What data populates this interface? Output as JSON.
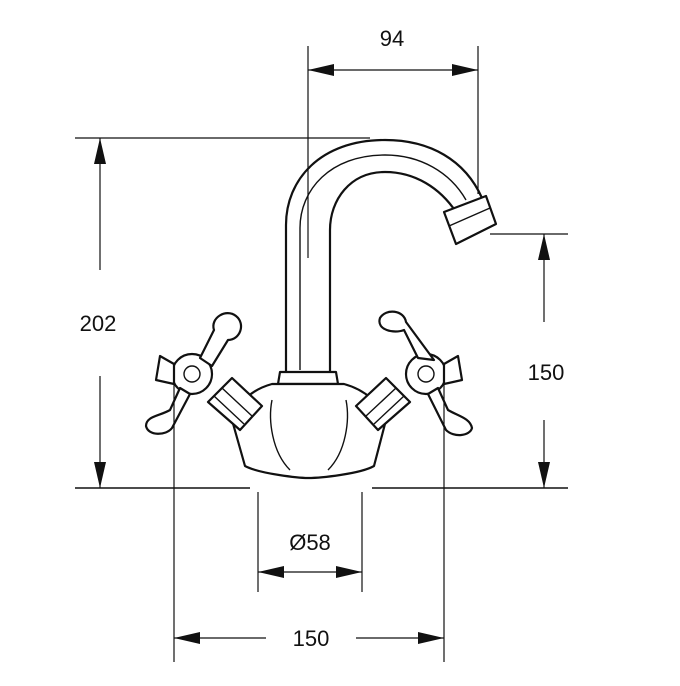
{
  "dimensions": {
    "spout_reach": "94",
    "total_height": "202",
    "spout_height": "150",
    "base_diameter": "Ø58",
    "handle_spacing": "150"
  },
  "colors": {
    "line": "#111111",
    "background": "#ffffff"
  }
}
